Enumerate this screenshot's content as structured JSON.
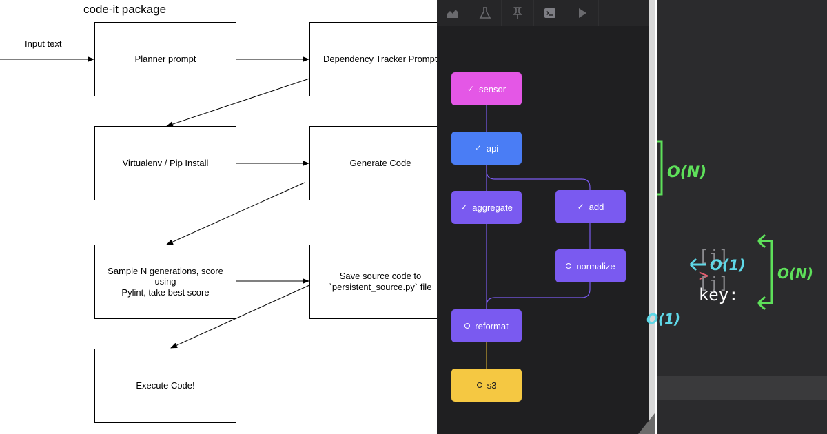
{
  "flowchart": {
    "package_title": "code-it package",
    "input_label": "Input text",
    "boxes": [
      {
        "id": "planner",
        "label": "Planner prompt"
      },
      {
        "id": "dependency",
        "label": "Dependency Tracker Prompt"
      },
      {
        "id": "virtualenv",
        "label": "Virtualenv / Pip Install"
      },
      {
        "id": "generate",
        "label": "Generate Code"
      },
      {
        "id": "sample",
        "label": "Sample N generations, score using\nPylint, take best score"
      },
      {
        "id": "save",
        "label": "Save source code to\n`persistent_source.py` file"
      },
      {
        "id": "execute",
        "label": "Execute Code!"
      }
    ]
  },
  "pipeline": {
    "toolbar_icons": [
      "chart-icon",
      "flask-icon",
      "pin-icon",
      "terminal-icon",
      "play-icon"
    ],
    "nodes": [
      {
        "id": "sensor",
        "label": "sensor",
        "status": "done",
        "color": "#e457e6"
      },
      {
        "id": "api",
        "label": "api",
        "status": "done",
        "color": "#4a7df5"
      },
      {
        "id": "aggregate",
        "label": "aggregate",
        "status": "done",
        "color": "#7a5af0"
      },
      {
        "id": "add",
        "label": "add",
        "status": "done",
        "color": "#7a5af0"
      },
      {
        "id": "normalize",
        "label": "normalize",
        "status": "pending",
        "color": "#7a5af0"
      },
      {
        "id": "reformat",
        "label": "reformat",
        "status": "pending",
        "color": "#7a5af0"
      },
      {
        "id": "s3",
        "label": "s3",
        "status": "pending",
        "color": "#f5c842"
      }
    ],
    "status_glyphs": {
      "done": "✓",
      "pending": ""
    }
  },
  "code_snippet": {
    "line1": {
      "bracket": "[j]",
      "operator": ">",
      "word": "key",
      "colon": ":"
    },
    "line2": {
      "bracket": "[j]"
    },
    "annotations": {
      "top_bracket": "O(N)",
      "right_bracket": "O(N)",
      "inline_arrow": "O(1)",
      "partial_bottom": "O(1)"
    },
    "colors": {
      "green": "#5ee05a",
      "cyan": "#5fd8e8",
      "operator": "#e85d6f"
    }
  }
}
